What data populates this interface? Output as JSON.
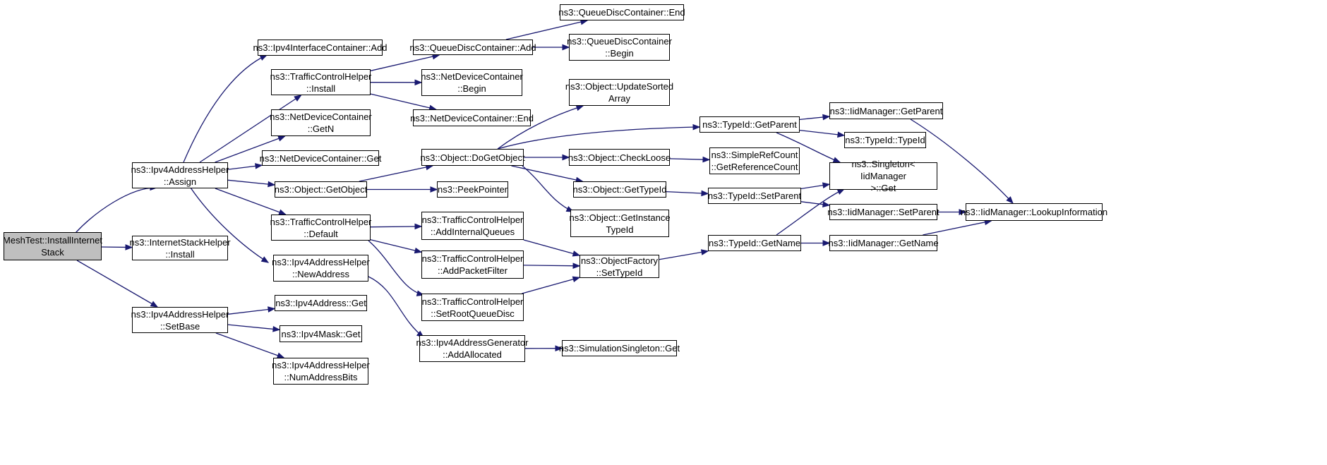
{
  "diagram": {
    "type": "call-graph",
    "colors": {
      "edge": "#191970",
      "root_fill": "#bfbfbf",
      "node_fill": "#ffffff",
      "border": "#000000"
    },
    "nodes": [
      {
        "id": "meshtest_installinternetstack",
        "label": "MeshTest::InstallInternet\nStack",
        "root": true
      },
      {
        "id": "ipv4addresshelper_assign",
        "label": "ns3::Ipv4AddressHelper\n::Assign"
      },
      {
        "id": "internetstackhelper_install",
        "label": "ns3::InternetStackHelper\n::Install"
      },
      {
        "id": "ipv4addresshelper_setbase",
        "label": "ns3::Ipv4AddressHelper\n::SetBase"
      },
      {
        "id": "ipv4interfacecontainer_add",
        "label": "ns3::Ipv4InterfaceContainer::Add"
      },
      {
        "id": "trafficcontrolhelper_install",
        "label": "ns3::TrafficControlHelper\n::Install"
      },
      {
        "id": "netdevicecontainer_getn",
        "label": "ns3::NetDeviceContainer\n::GetN"
      },
      {
        "id": "netdevicecontainer_get",
        "label": "ns3::NetDeviceContainer::Get"
      },
      {
        "id": "object_getobject",
        "label": "ns3::Object::GetObject"
      },
      {
        "id": "trafficcontrolhelper_default",
        "label": "ns3::TrafficControlHelper\n::Default"
      },
      {
        "id": "ipv4addresshelper_newaddress",
        "label": "ns3::Ipv4AddressHelper\n::NewAddress"
      },
      {
        "id": "ipv4address_get",
        "label": "ns3::Ipv4Address::Get"
      },
      {
        "id": "ipv4mask_get",
        "label": "ns3::Ipv4Mask::Get"
      },
      {
        "id": "ipv4addresshelper_numaddressbits",
        "label": "ns3::Ipv4AddressHelper\n::NumAddressBits"
      },
      {
        "id": "queuedisccontainer_add",
        "label": "ns3::QueueDiscContainer::Add"
      },
      {
        "id": "netdevicecontainer_begin",
        "label": "ns3::NetDeviceContainer\n::Begin"
      },
      {
        "id": "netdevicecontainer_end",
        "label": "ns3::NetDeviceContainer::End"
      },
      {
        "id": "object_dogetobject",
        "label": "ns3::Object::DoGetObject"
      },
      {
        "id": "peekpointer",
        "label": "ns3::PeekPointer"
      },
      {
        "id": "trafficcontrolhelper_addinternalqueues",
        "label": "ns3::TrafficControlHelper\n::AddInternalQueues"
      },
      {
        "id": "trafficcontrolhelper_addpacketfilter",
        "label": "ns3::TrafficControlHelper\n::AddPacketFilter"
      },
      {
        "id": "trafficcontrolhelper_setrootqueuedisc",
        "label": "ns3::TrafficControlHelper\n::SetRootQueueDisc"
      },
      {
        "id": "ipv4addressgenerator_addallocated",
        "label": "ns3::Ipv4AddressGenerator\n::AddAllocated"
      },
      {
        "id": "queuedisccontainer_end",
        "label": "ns3::QueueDiscContainer::End"
      },
      {
        "id": "queuedisccontainer_begin",
        "label": "ns3::QueueDiscContainer\n::Begin"
      },
      {
        "id": "object_updatesortedarray",
        "label": "ns3::Object::UpdateSorted\nArray"
      },
      {
        "id": "object_checkloose",
        "label": "ns3::Object::CheckLoose"
      },
      {
        "id": "object_gettypeid",
        "label": "ns3::Object::GetTypeId"
      },
      {
        "id": "object_getinstancetypeid",
        "label": "ns3::Object::GetInstance\nTypeId"
      },
      {
        "id": "objectfactory_settypeid",
        "label": "ns3::ObjectFactory\n::SetTypeId"
      },
      {
        "id": "simulationsingleton_get",
        "label": "ns3::SimulationSingleton::Get"
      },
      {
        "id": "typeid_getparent",
        "label": "ns3::TypeId::GetParent"
      },
      {
        "id": "simplerefcount_getreferencecount",
        "label": "ns3::SimpleRefCount\n::GetReferenceCount"
      },
      {
        "id": "typeid_setparent",
        "label": "ns3::TypeId::SetParent"
      },
      {
        "id": "typeid_getname",
        "label": "ns3::TypeId::GetName"
      },
      {
        "id": "iidmanager_getparent",
        "label": "ns3::IidManager::GetParent"
      },
      {
        "id": "typeid_typeid",
        "label": "ns3::TypeId::TypeId"
      },
      {
        "id": "singleton_iidmanager_get",
        "label": "ns3::Singleton< IidManager\n>::Get"
      },
      {
        "id": "iidmanager_setparent",
        "label": "ns3::IidManager::SetParent"
      },
      {
        "id": "iidmanager_getname",
        "label": "ns3::IidManager::GetName"
      },
      {
        "id": "iidmanager_lookupinformation",
        "label": "ns3::IidManager::LookupInformation"
      }
    ],
    "edges": [
      [
        "meshtest_installinternetstack",
        "ipv4addresshelper_assign"
      ],
      [
        "meshtest_installinternetstack",
        "internetstackhelper_install"
      ],
      [
        "meshtest_installinternetstack",
        "ipv4addresshelper_setbase"
      ],
      [
        "ipv4addresshelper_assign",
        "ipv4interfacecontainer_add"
      ],
      [
        "ipv4addresshelper_assign",
        "trafficcontrolhelper_install"
      ],
      [
        "ipv4addresshelper_assign",
        "netdevicecontainer_getn"
      ],
      [
        "ipv4addresshelper_assign",
        "netdevicecontainer_get"
      ],
      [
        "ipv4addresshelper_assign",
        "object_getobject"
      ],
      [
        "ipv4addresshelper_assign",
        "trafficcontrolhelper_default"
      ],
      [
        "ipv4addresshelper_assign",
        "ipv4addresshelper_newaddress"
      ],
      [
        "ipv4addresshelper_setbase",
        "ipv4address_get"
      ],
      [
        "ipv4addresshelper_setbase",
        "ipv4mask_get"
      ],
      [
        "ipv4addresshelper_setbase",
        "ipv4addresshelper_numaddressbits"
      ],
      [
        "trafficcontrolhelper_install",
        "queuedisccontainer_add"
      ],
      [
        "trafficcontrolhelper_install",
        "netdevicecontainer_begin"
      ],
      [
        "trafficcontrolhelper_install",
        "netdevicecontainer_end"
      ],
      [
        "queuedisccontainer_add",
        "queuedisccontainer_end"
      ],
      [
        "queuedisccontainer_add",
        "queuedisccontainer_begin"
      ],
      [
        "object_getobject",
        "object_dogetobject"
      ],
      [
        "object_getobject",
        "peekpointer"
      ],
      [
        "trafficcontrolhelper_default",
        "trafficcontrolhelper_addinternalqueues"
      ],
      [
        "trafficcontrolhelper_default",
        "trafficcontrolhelper_addpacketfilter"
      ],
      [
        "trafficcontrolhelper_default",
        "trafficcontrolhelper_setrootqueuedisc"
      ],
      [
        "ipv4addresshelper_newaddress",
        "ipv4addressgenerator_addallocated"
      ],
      [
        "object_dogetobject",
        "object_updatesortedarray"
      ],
      [
        "object_dogetobject",
        "typeid_getparent"
      ],
      [
        "object_dogetobject",
        "object_checkloose"
      ],
      [
        "object_dogetobject",
        "object_gettypeid"
      ],
      [
        "object_dogetobject",
        "object_getinstancetypeid"
      ],
      [
        "trafficcontrolhelper_addinternalqueues",
        "objectfactory_settypeid"
      ],
      [
        "trafficcontrolhelper_addpacketfilter",
        "objectfactory_settypeid"
      ],
      [
        "trafficcontrolhelper_setrootqueuedisc",
        "objectfactory_settypeid"
      ],
      [
        "ipv4addressgenerator_addallocated",
        "simulationsingleton_get"
      ],
      [
        "object_checkloose",
        "simplerefcount_getreferencecount"
      ],
      [
        "object_gettypeid",
        "typeid_setparent"
      ],
      [
        "objectfactory_settypeid",
        "typeid_getname"
      ],
      [
        "typeid_getparent",
        "iidmanager_getparent"
      ],
      [
        "typeid_getparent",
        "typeid_typeid"
      ],
      [
        "typeid_getparent",
        "singleton_iidmanager_get"
      ],
      [
        "typeid_setparent",
        "singleton_iidmanager_get"
      ],
      [
        "typeid_setparent",
        "iidmanager_setparent"
      ],
      [
        "typeid_getname",
        "singleton_iidmanager_get"
      ],
      [
        "typeid_getname",
        "iidmanager_getname"
      ],
      [
        "iidmanager_getparent",
        "iidmanager_lookupinformation"
      ],
      [
        "iidmanager_setparent",
        "iidmanager_lookupinformation"
      ],
      [
        "iidmanager_getname",
        "iidmanager_lookupinformation"
      ]
    ]
  }
}
